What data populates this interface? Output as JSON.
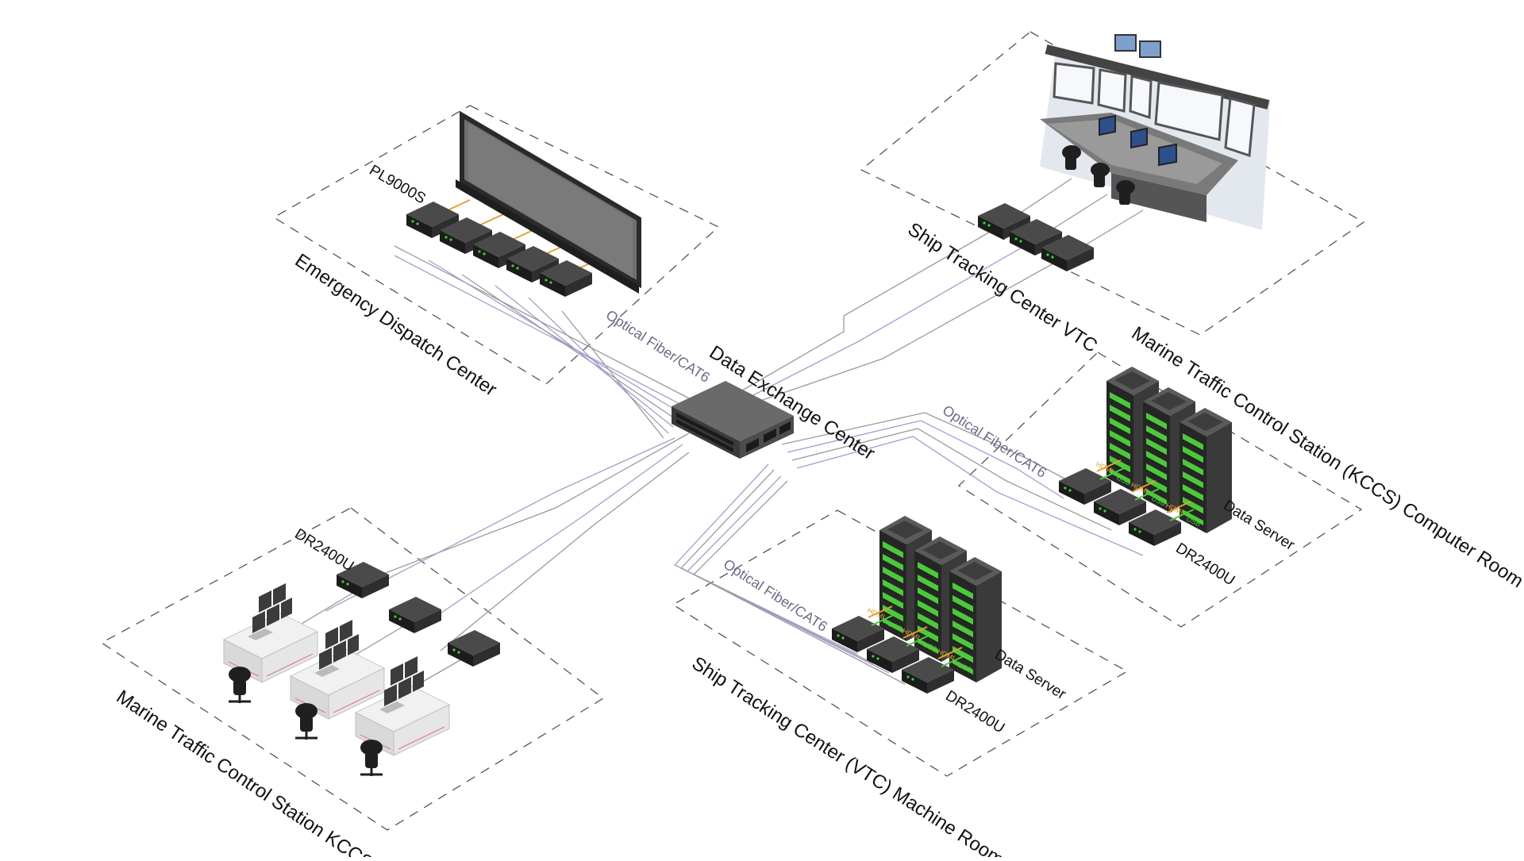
{
  "zones": {
    "emergency_dispatch": "Emergency Dispatch Center",
    "ship_tracking_vtc": "Ship Tracking Center VTC",
    "kccs_computer_room": "Marine Traffic Control Station (KCCS) Computer Room",
    "vtc_machine_room": "Ship Tracking Center (VTC) Machine Room",
    "kccs_station": "Marine Traffic Control Station KCCS"
  },
  "hub": {
    "label": "Data Exchange Center"
  },
  "devices": {
    "pl9000s": "PL9000S",
    "dr2400u": "DR2400U",
    "data_server": "Data Server"
  },
  "links": {
    "optical_fiber": "Optical Fiber/CAT6"
  },
  "ports": {
    "hdmi": "HDMI",
    "usb": "USB"
  },
  "colors": {
    "server_led": "#4cc93a",
    "hdmi_port": "#e0a030",
    "usb_port": "#4cc93a",
    "fiber_line": "#a79ccf",
    "cat_line": "#9a9a9a",
    "device_body": "#2b2b2b"
  }
}
